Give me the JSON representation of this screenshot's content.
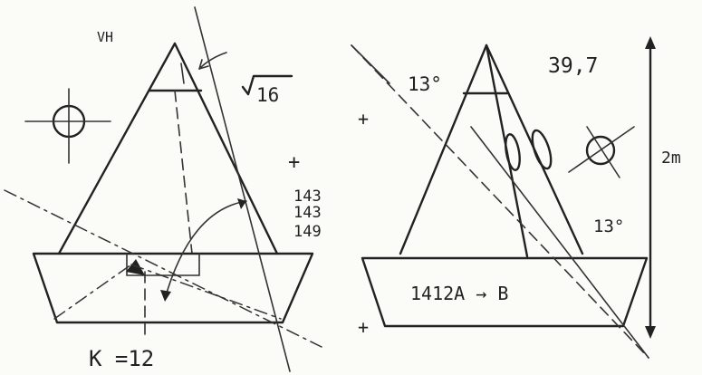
{
  "left_figure": {
    "label_vh": "VH",
    "label_sqrt": "16",
    "numbers": [
      "143",
      "143",
      "149"
    ],
    "label_k": "K =12",
    "label_plus": "+"
  },
  "right_figure": {
    "angle_top": "13°",
    "angle_right": "13°",
    "value": "39,7",
    "dimension": "2m",
    "label_transfer": "1412A → B",
    "label_plus_top": "+",
    "label_plus_bottom": "+"
  }
}
